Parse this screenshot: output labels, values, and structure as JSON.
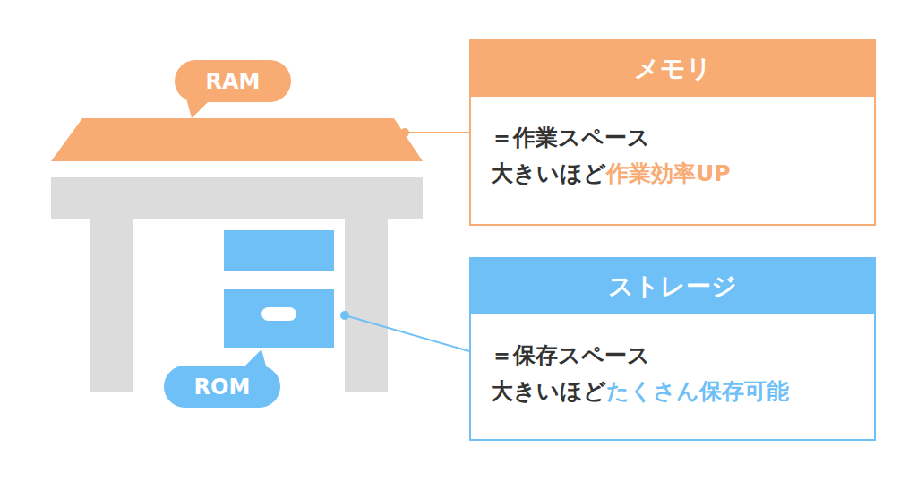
{
  "diagram": {
    "nodes": [
      {
        "text": [
          "RAM"
        ]
      },
      {
        "text": [
          "メモリ",
          "＝作業スペース",
          "大きいほど",
          "作業効率UP"
        ]
      },
      {
        "text": [
          "ROM"
        ]
      },
      {
        "text": [
          "ストレージ",
          "＝保存スペース",
          "大きいほど",
          "たくさん保存可能"
        ]
      }
    ]
  }
}
